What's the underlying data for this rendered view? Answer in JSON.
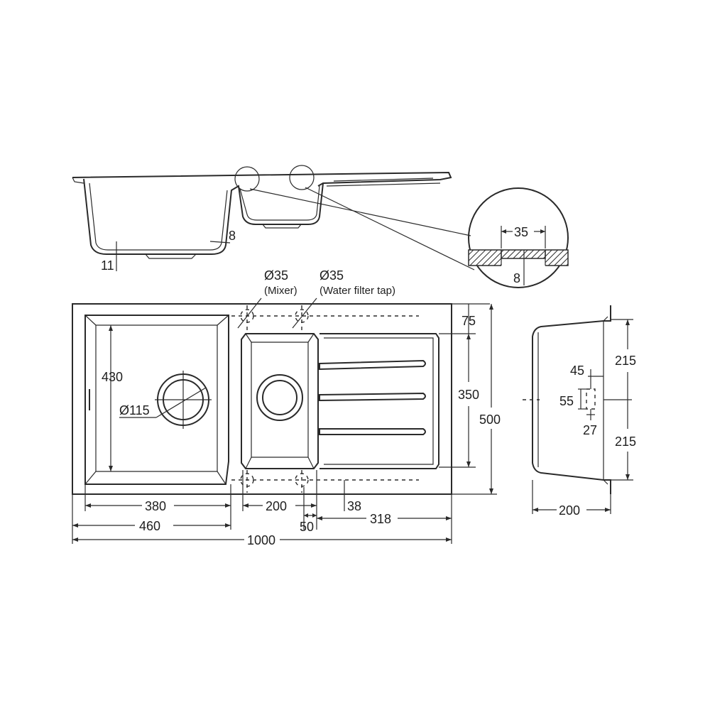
{
  "labels": {
    "d11": "11",
    "d8_side": "8",
    "d35_detail": "35",
    "d8_detail": "8",
    "mixer_dia": "Ø35",
    "mixer_label": "(Mixer)",
    "filter_dia": "Ø35",
    "filter_label": "(Water filter tap)",
    "d430": "430",
    "d115": "Ø115",
    "d75": "75",
    "d350": "350",
    "d500": "500",
    "d380": "380",
    "d200_bowl": "200",
    "d38": "38",
    "d460": "460",
    "d50": "50",
    "d318": "318",
    "d1000": "1000",
    "d215_top": "215",
    "d215_bottom": "215",
    "d45": "45",
    "d55": "55",
    "d27": "27",
    "d200_depth": "200"
  }
}
